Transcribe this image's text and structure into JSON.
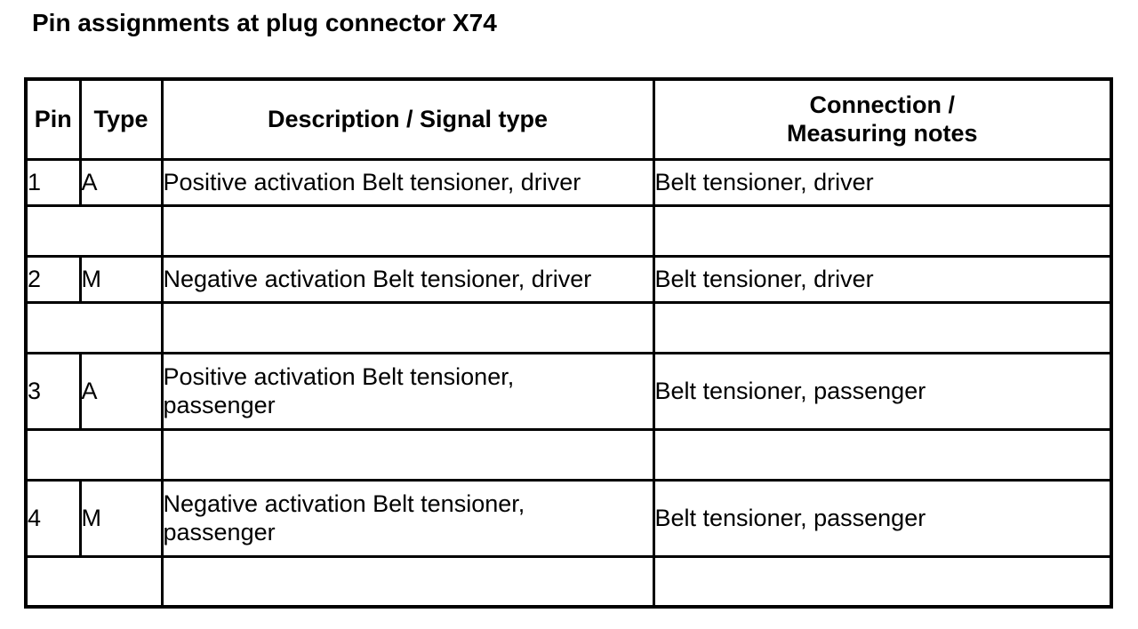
{
  "title": "Pin assignments at plug connector X74",
  "colors": {
    "background": "#ffffff",
    "border": "#000000",
    "text": "#000000"
  },
  "table": {
    "headers": {
      "pin": "Pin",
      "type": "Type",
      "description": "Description / Signal type",
      "connection": "Connection /\nMeasuring notes"
    },
    "rows": [
      {
        "pin": "1",
        "type": "A",
        "description": "Positive activation Belt tensioner, driver",
        "connection": "Belt tensioner, driver"
      },
      {
        "pin": "2",
        "type": "M",
        "description": "Negative activation Belt tensioner, driver",
        "connection": "Belt tensioner, driver"
      },
      {
        "pin": "3",
        "type": "A",
        "description": "Positive activation Belt tensioner,\npassenger",
        "connection": "Belt tensioner, passenger"
      },
      {
        "pin": "4",
        "type": "M",
        "description": "Negative activation Belt tensioner,\npassenger",
        "connection": "Belt tensioner, passenger"
      }
    ]
  }
}
